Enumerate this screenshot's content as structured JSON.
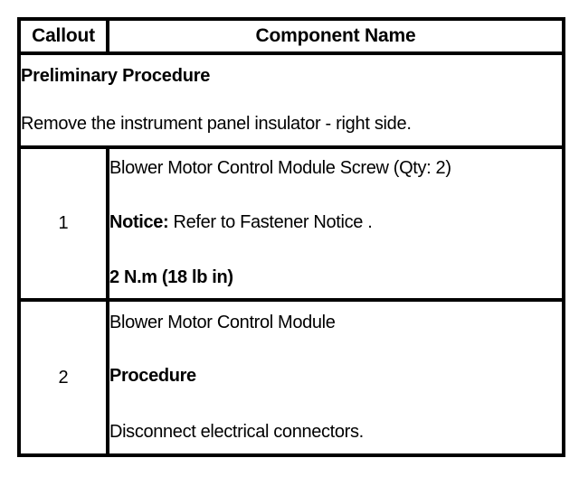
{
  "table": {
    "headers": {
      "callout": "Callout",
      "component_name": "Component Name"
    },
    "preliminary": {
      "title": "Preliminary Procedure",
      "text": "Remove the instrument panel insulator - right side."
    },
    "rows": [
      {
        "callout": "1",
        "name": "Blower Motor Control Module Screw (Qty: 2)",
        "notice_label": "Notice:",
        "notice_text": " Refer to Fastener Notice .",
        "torque": "2 N.m (18 lb in)"
      },
      {
        "callout": "2",
        "name": "Blower Motor Control Module",
        "procedure_label": "Procedure",
        "procedure_text": "Disconnect electrical connectors."
      }
    ]
  },
  "colors": {
    "border": "#000000",
    "text": "#000000",
    "background": "#ffffff"
  }
}
